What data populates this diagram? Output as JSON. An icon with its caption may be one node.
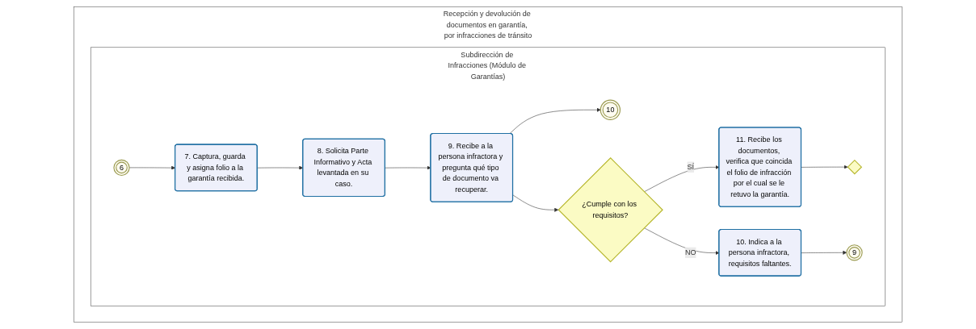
{
  "diagram": {
    "nodes": [
      {
        "text": [
          "Recepción y devolución de documentos en garantía, por infracciones de tránsito"
        ]
      },
      {
        "text": [
          "Subdirección de Infracciones (Módulo de Garantías)"
        ],
        "in": 0
      },
      {
        "text": [
          "6"
        ],
        "in": 1
      },
      {
        "text": [
          "7. Captura, guarda y asigna folio a la garantía recibida."
        ],
        "in": 1
      },
      {
        "text": [
          "8. Solicita Parte Informativo y Acta levantada en su caso."
        ],
        "in": 1
      },
      {
        "text": [
          "9. Recibe a la persona infractora y pregunta qué tipo de documento va recuperar."
        ],
        "in": 1
      },
      {
        "text": [
          "10"
        ],
        "in": 1
      },
      {
        "text": [
          "¿Cumple con los requisitos?"
        ],
        "in": 1
      },
      {
        "text": [
          "11. Recibe los documentos, verifica que coincida el folio de infracción por el cual se le retuvo la garantía."
        ],
        "in": 1
      },
      {
        "text": [],
        "shape": "diamond",
        "in": 1
      },
      {
        "text": [
          "10. Indica a la persona infractora, requisitos faltantes."
        ],
        "in": 1
      },
      {
        "text": [
          "9"
        ],
        "in": 1
      }
    ],
    "edges": [
      {
        "from": 2,
        "to": 3,
        "arrow": "to"
      },
      {
        "from": 3,
        "to": 4,
        "arrow": "to"
      },
      {
        "from": 4,
        "to": 5,
        "arrow": "to"
      },
      {
        "from": 5,
        "to": 6,
        "arrow": "to"
      },
      {
        "from": 5,
        "to": 7,
        "arrow": "to"
      },
      {
        "from": 7,
        "to": 8,
        "label": "SÍ",
        "arrow": "to"
      },
      {
        "from": 8,
        "to": 9,
        "arrow": "to"
      },
      {
        "from": 7,
        "to": 10,
        "label": "NO",
        "arrow": "to"
      },
      {
        "from": 10,
        "to": 11,
        "arrow": "to"
      }
    ]
  }
}
